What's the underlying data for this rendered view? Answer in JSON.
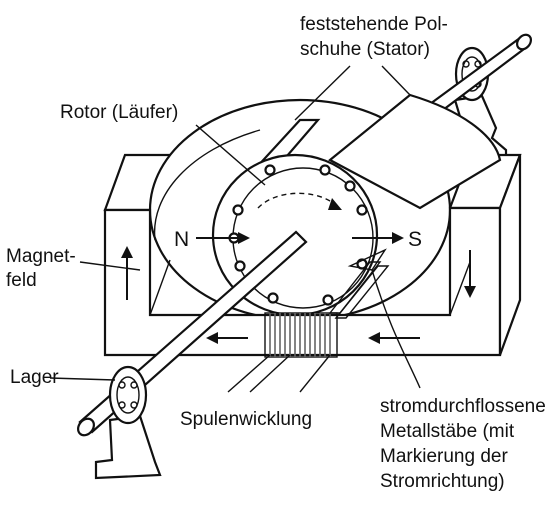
{
  "labels": {
    "stator_line1": "feststehende Pol-",
    "stator_line2": "schuhe (Stator)",
    "rotor": "Rotor (Läufer)",
    "magnetfeld_line1": "Magnet-",
    "magnetfeld_line2": "feld",
    "lager": "Lager",
    "spulenwicklung": "Spulenwicklung",
    "stab_line1": "stromdurchflossene",
    "stab_line2": "Metallstäbe (mit",
    "stab_line3": "Markierung der",
    "stab_line4": "Stromrichtung)"
  },
  "poles": {
    "north": "N",
    "south": "S"
  },
  "colors": {
    "ink": "#111111",
    "paper": "#ffffff",
    "shade": "#e6e6e6",
    "coil": "#8a8a8a"
  }
}
